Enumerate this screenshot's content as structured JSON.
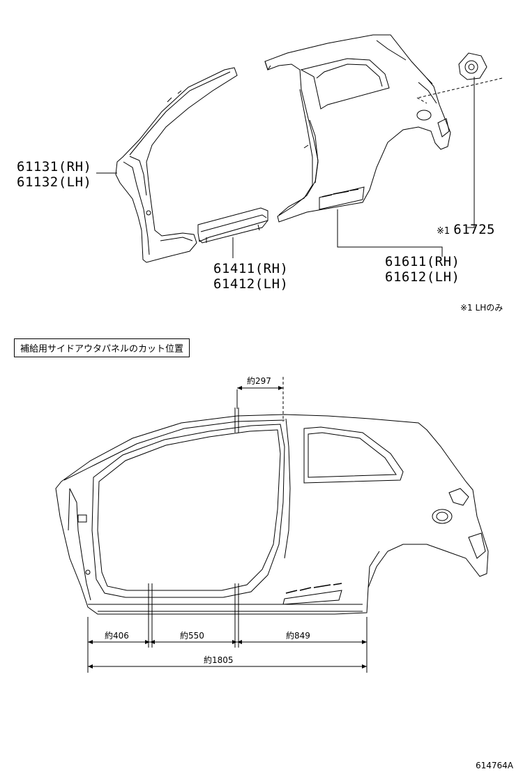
{
  "parts": {
    "front_pillar": {
      "rh": "61131(RH)",
      "lh": "61132(LH)"
    },
    "rocker": {
      "rh": "61411(RH)",
      "lh": "61412(LH)"
    },
    "side_outer": {
      "rh": "61611(RH)",
      "lh": "61612(LH)"
    },
    "fuel_lid": {
      "mark": "※1",
      "number": "61725"
    }
  },
  "note": "※1 LHのみ",
  "section_title": "補給用サイドアウタパネルのカット位置",
  "dimensions": {
    "top": "約297",
    "seg1": "約406",
    "seg2": "約550",
    "seg3": "約849",
    "total": "約1805"
  },
  "figure_code": "614764A"
}
